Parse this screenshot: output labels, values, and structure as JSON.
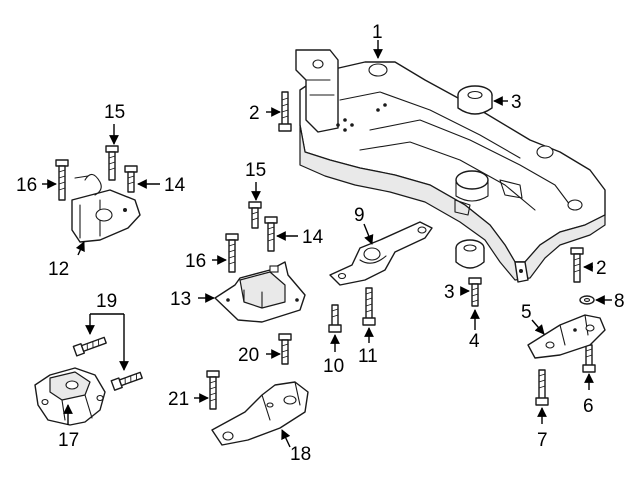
{
  "callouts": [
    {
      "id": "c1",
      "text": "1"
    },
    {
      "id": "c2a",
      "text": "2"
    },
    {
      "id": "c2b",
      "text": "2"
    },
    {
      "id": "c3a",
      "text": "3"
    },
    {
      "id": "c3b",
      "text": "3"
    },
    {
      "id": "c4",
      "text": "4"
    },
    {
      "id": "c5",
      "text": "5"
    },
    {
      "id": "c6",
      "text": "6"
    },
    {
      "id": "c7",
      "text": "7"
    },
    {
      "id": "c8",
      "text": "8"
    },
    {
      "id": "c9",
      "text": "9"
    },
    {
      "id": "c10",
      "text": "10"
    },
    {
      "id": "c11",
      "text": "11"
    },
    {
      "id": "c12",
      "text": "12"
    },
    {
      "id": "c13",
      "text": "13"
    },
    {
      "id": "c14a",
      "text": "14"
    },
    {
      "id": "c14b",
      "text": "14"
    },
    {
      "id": "c15a",
      "text": "15"
    },
    {
      "id": "c15b",
      "text": "15"
    },
    {
      "id": "c16a",
      "text": "16"
    },
    {
      "id": "c16b",
      "text": "16"
    },
    {
      "id": "c17",
      "text": "17"
    },
    {
      "id": "c18",
      "text": "18"
    },
    {
      "id": "c19",
      "text": "19"
    },
    {
      "id": "c20",
      "text": "20"
    },
    {
      "id": "c21",
      "text": "21"
    }
  ]
}
